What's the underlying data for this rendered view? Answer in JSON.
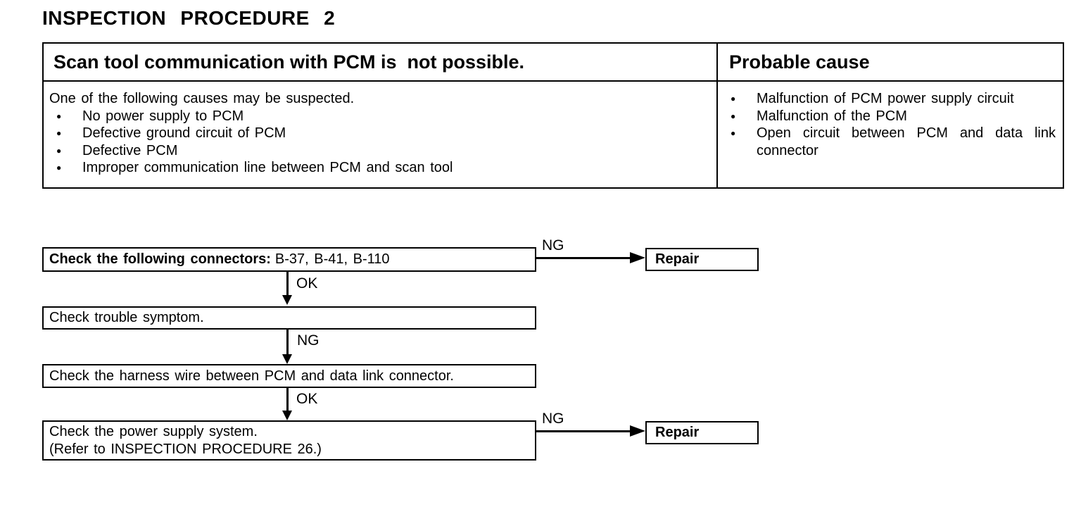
{
  "page": {
    "title": "INSPECTION PROCEDURE 2"
  },
  "colors": {
    "ink": "#000000",
    "paper": "#ffffff"
  },
  "icons": {
    "bullet": "●"
  },
  "table": {
    "header": {
      "symptom": "Scan tool communication with PCM is  not possible.",
      "probable_cause": "Probable cause"
    },
    "symptom_cell": {
      "intro": "One of the following causes may be suspected.",
      "bullets": [
        "No power supply to PCM",
        "Defective ground circuit of PCM",
        "Defective PCM",
        "Improper communication line between PCM and scan tool"
      ]
    },
    "cause_cell": {
      "bullets": [
        "Malfunction of PCM power supply circuit",
        "Malfunction of the PCM",
        "Open circuit between PCM and data link connector"
      ]
    }
  },
  "flow": {
    "ng_label": "NG",
    "ok_label": "OK",
    "repair_label": "Repair",
    "step1_bold": "Check the following connectors:",
    "step1_rest": "B-37, B-41, B-110",
    "step2": "Check trouble symptom.",
    "step3": "Check the harness wire between PCM and data link connector.",
    "step4_line1": "Check the power supply system.",
    "step4_line2": "(Refer to INSPECTION PROCEDURE 26.)"
  }
}
